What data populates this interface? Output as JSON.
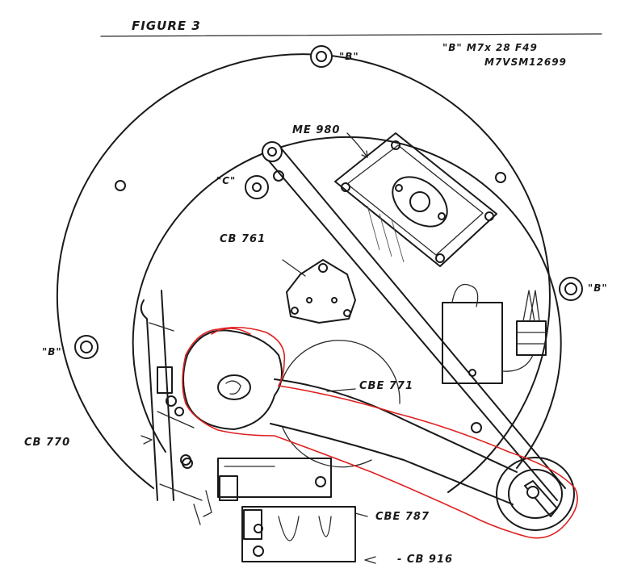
{
  "figure": {
    "title": "FIGURE 3"
  },
  "labels": {
    "part_top_right_line1": "\"B\"  M7x 28 F49",
    "part_top_right_line2": "M7VSM12699",
    "me_980": "ME 980",
    "mount_c": "\"C\"",
    "cb_761": "CB 761",
    "mount_b_top": "\"B\"",
    "mount_b_right": "\"B\"",
    "mount_b_left": "\"B\"",
    "cbe_771": "CBE 771",
    "cb_770": "CB 770",
    "cbe_787": "CBE 787",
    "cb_916": "- CB 916"
  },
  "colors": {
    "ink": "#1a1a1a",
    "annotation": "#e02020",
    "background": "#ffffff"
  }
}
